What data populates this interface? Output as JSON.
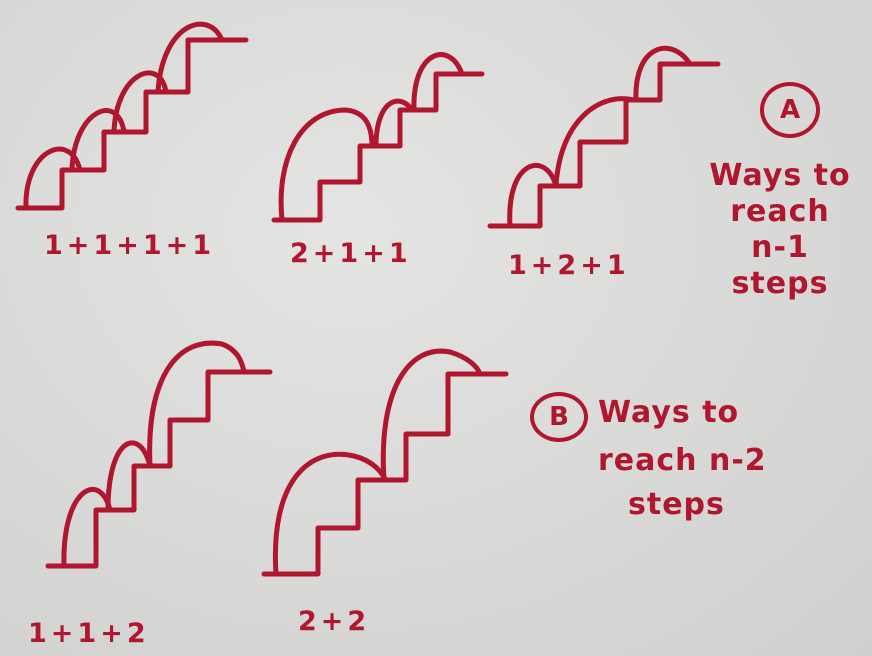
{
  "sequences": {
    "s1": "1+1+1+1",
    "s2": "2+1+1",
    "s3": "1+2+1",
    "s4": "1+1+2",
    "s5": "2+2"
  },
  "note_a": {
    "badge": "A",
    "lines": [
      "Ways to",
      "reach",
      "n-1",
      "steps"
    ]
  },
  "note_b": {
    "badge": "B",
    "lines": [
      "Ways to",
      "reach n-2",
      "steps"
    ]
  },
  "ink_color": "#b0162e"
}
